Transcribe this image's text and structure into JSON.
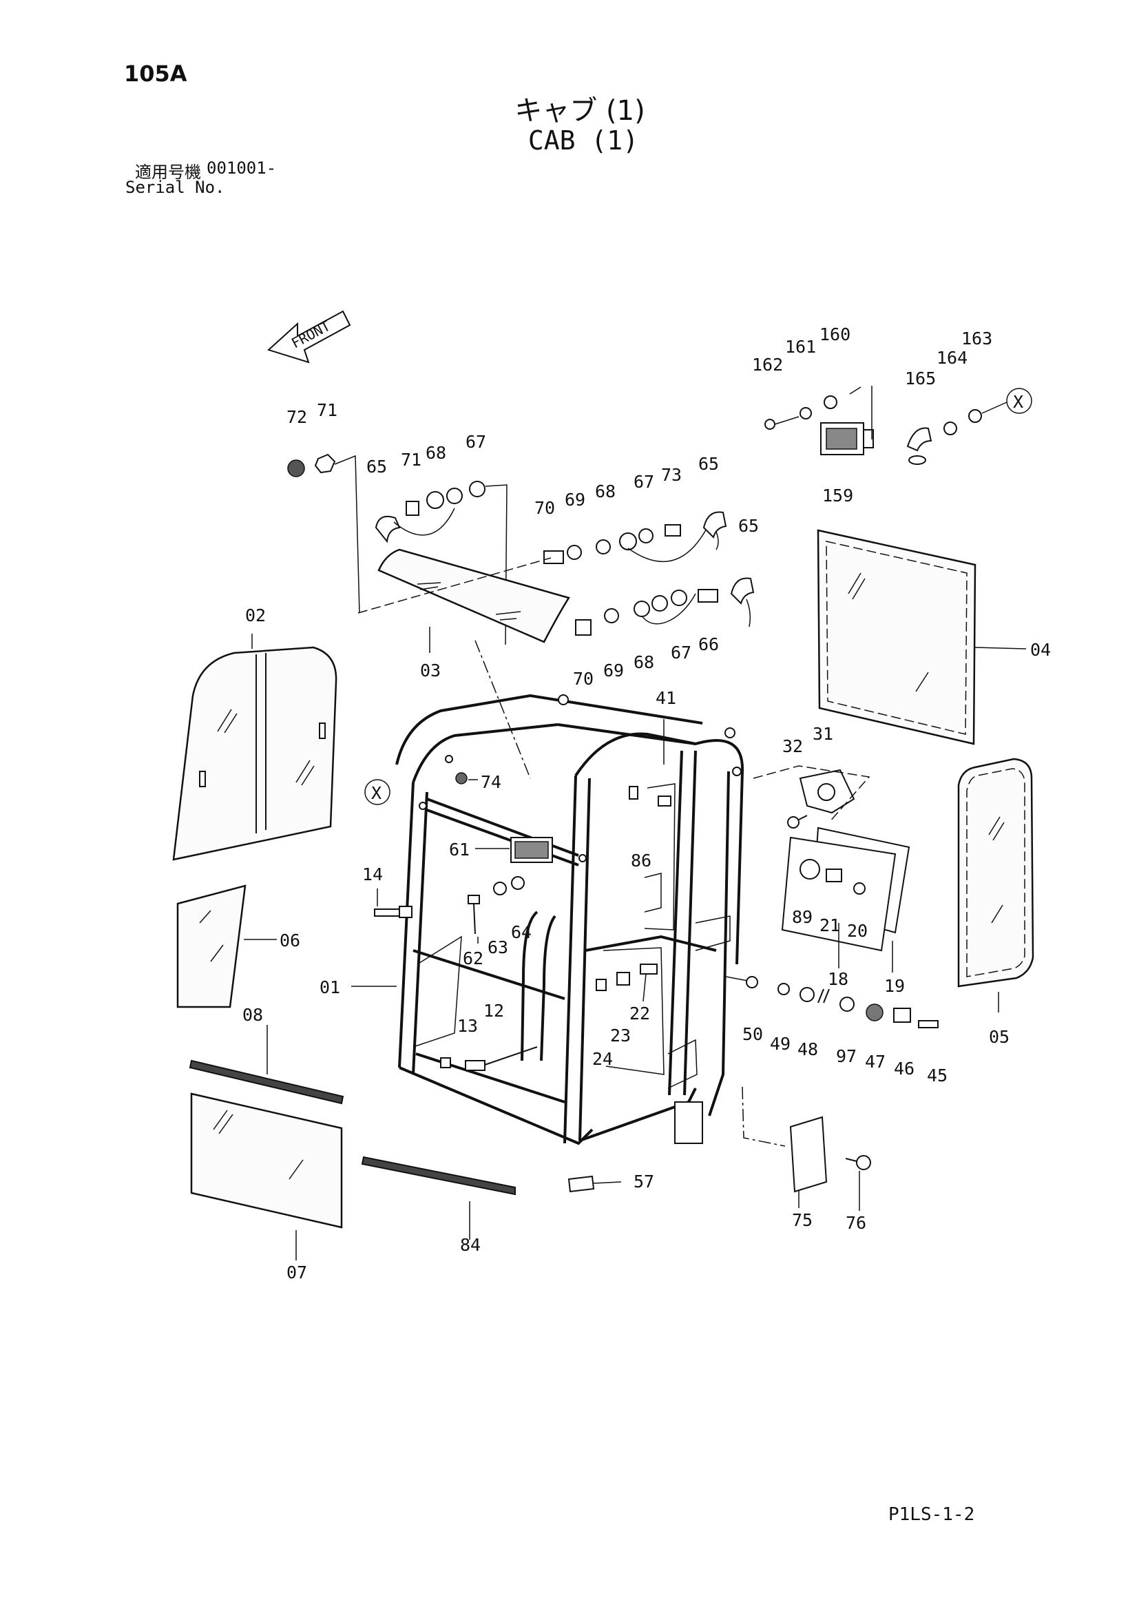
{
  "header": {
    "page_code": "105A",
    "title_jp": "キャブ (1)",
    "title_en": "CAB (1)",
    "serial_label_jp": "適用号機",
    "serial_number": "001001-",
    "serial_label_en": "Serial No."
  },
  "front_label": "FRONT",
  "detail_marker": "X",
  "footer_code": "P1LS-1-2",
  "callouts": [
    {
      "id": "162"
    },
    {
      "id": "161"
    },
    {
      "id": "160"
    },
    {
      "id": "159"
    },
    {
      "id": "165"
    },
    {
      "id": "164"
    },
    {
      "id": "163"
    },
    {
      "id": "72"
    },
    {
      "id": "71a",
      "label": "71"
    },
    {
      "id": "65a",
      "label": "65"
    },
    {
      "id": "71b",
      "label": "71"
    },
    {
      "id": "68a",
      "label": "68"
    },
    {
      "id": "67a",
      "label": "67"
    },
    {
      "id": "70a",
      "label": "70"
    },
    {
      "id": "69a",
      "label": "69"
    },
    {
      "id": "68b",
      "label": "68"
    },
    {
      "id": "67b",
      "label": "67"
    },
    {
      "id": "73"
    },
    {
      "id": "65b",
      "label": "65"
    },
    {
      "id": "65c",
      "label": "65"
    },
    {
      "id": "70b",
      "label": "70"
    },
    {
      "id": "69b",
      "label": "69"
    },
    {
      "id": "68c",
      "label": "68"
    },
    {
      "id": "67c",
      "label": "67"
    },
    {
      "id": "66"
    },
    {
      "id": "02"
    },
    {
      "id": "03"
    },
    {
      "id": "04"
    },
    {
      "id": "41"
    },
    {
      "id": "74"
    },
    {
      "id": "32"
    },
    {
      "id": "31"
    },
    {
      "id": "61"
    },
    {
      "id": "86"
    },
    {
      "id": "14"
    },
    {
      "id": "62"
    },
    {
      "id": "63"
    },
    {
      "id": "64"
    },
    {
      "id": "89"
    },
    {
      "id": "21"
    },
    {
      "id": "20"
    },
    {
      "id": "18"
    },
    {
      "id": "19"
    },
    {
      "id": "06"
    },
    {
      "id": "01"
    },
    {
      "id": "05"
    },
    {
      "id": "12"
    },
    {
      "id": "13"
    },
    {
      "id": "22"
    },
    {
      "id": "23"
    },
    {
      "id": "24"
    },
    {
      "id": "50"
    },
    {
      "id": "49"
    },
    {
      "id": "48"
    },
    {
      "id": "97"
    },
    {
      "id": "47"
    },
    {
      "id": "46"
    },
    {
      "id": "45"
    },
    {
      "id": "08"
    },
    {
      "id": "57"
    },
    {
      "id": "84"
    },
    {
      "id": "07"
    },
    {
      "id": "75"
    },
    {
      "id": "76"
    }
  ]
}
